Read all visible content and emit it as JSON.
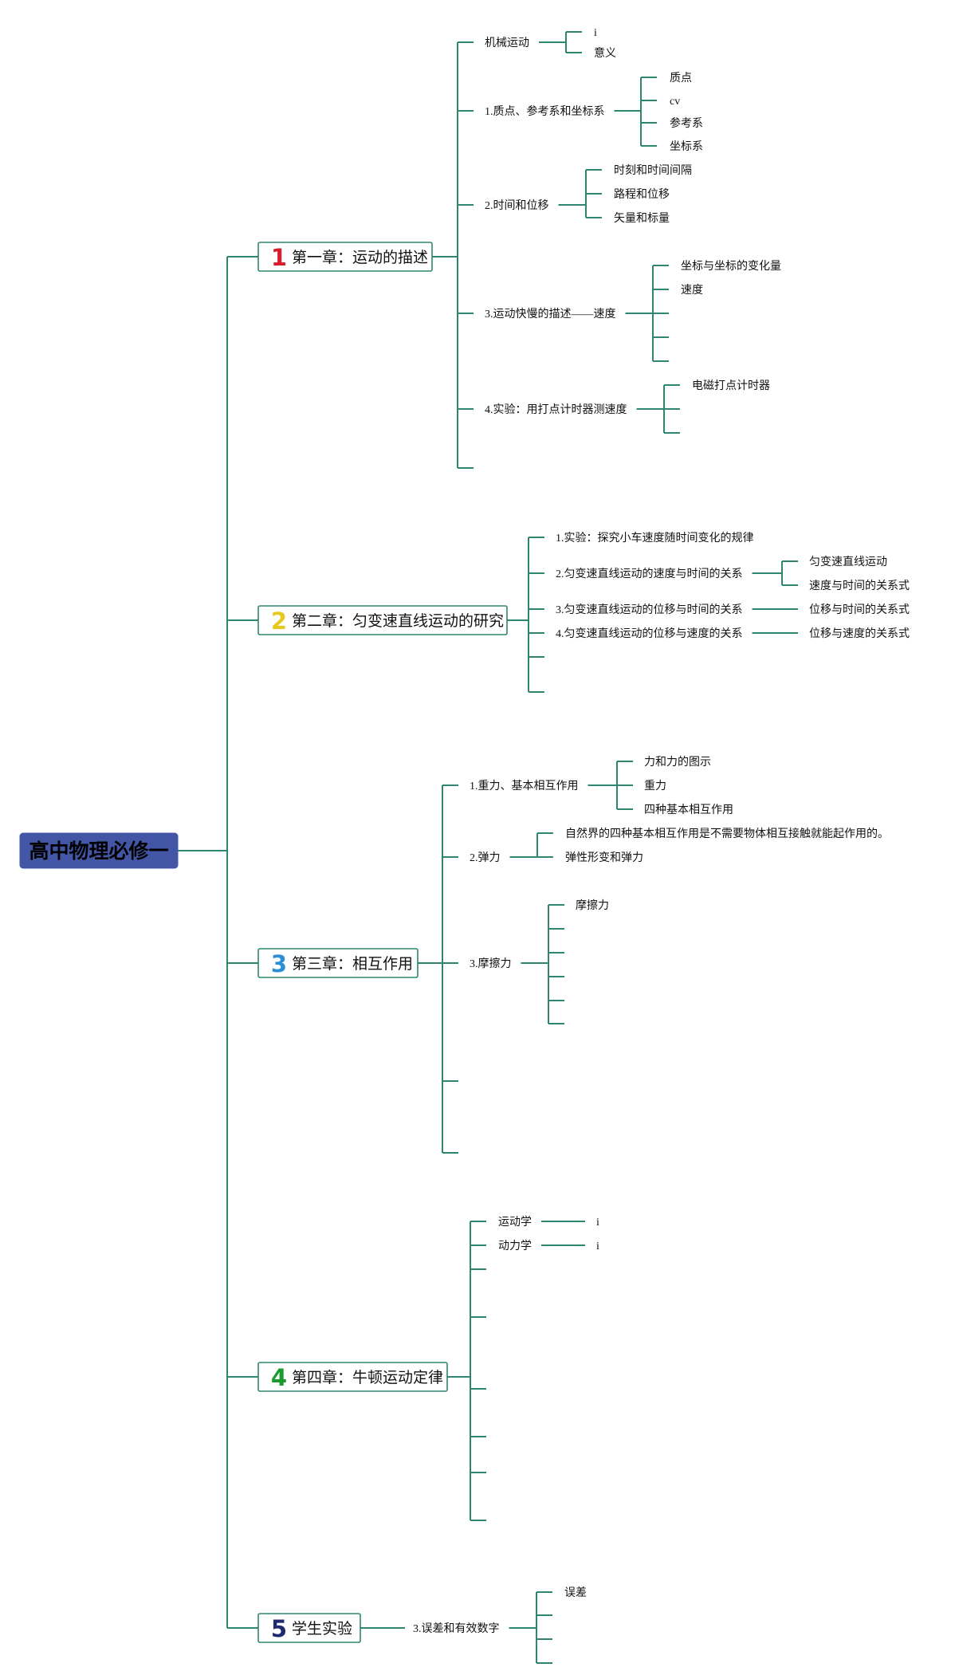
{
  "root": {
    "title": "高中物理必修一",
    "color": "#4356a6"
  },
  "line_color": "#2e8570",
  "chapters": [
    {
      "number": "1",
      "number_color": "#d81e2b",
      "title": "第一章：运动的描述",
      "topics": [
        {
          "label": "机械运动",
          "children": [
            "i",
            "意义"
          ]
        },
        {
          "label": "1.质点、参考系和坐标系",
          "children": [
            "质点",
            "cv",
            "参考系",
            "坐标系"
          ]
        },
        {
          "label": "2.时间和位移",
          "children": [
            "时刻和时间间隔",
            "路程和位移",
            "矢量和标量"
          ]
        },
        {
          "label": "3.运动快慢的描述——速度",
          "children": [
            "坐标与坐标的变化量",
            "速度",
            "",
            "",
            ""
          ]
        },
        {
          "label": "4.实验：用打点计时器测速度",
          "children": [
            "电磁打点计时器",
            "",
            ""
          ]
        },
        {
          "label": "",
          "children": []
        }
      ]
    },
    {
      "number": "2",
      "number_color": "#e6c81e",
      "title": "第二章：匀变速直线运动的研究",
      "topics": [
        {
          "label": "1.实验：探究小车速度随时间变化的规律",
          "children": []
        },
        {
          "label": "2.匀变速直线运动的速度与时间的关系",
          "children": [
            "匀变速直线运动",
            "速度与时间的关系式"
          ]
        },
        {
          "label": "3.匀变速直线运动的位移与时间的关系",
          "children": [
            "位移与时间的关系式"
          ]
        },
        {
          "label": "4.匀变速直线运动的位移与速度的关系",
          "children": [
            "位移与速度的关系式"
          ]
        },
        {
          "label": "",
          "children": []
        },
        {
          "label": "",
          "children": []
        }
      ]
    },
    {
      "number": "3",
      "number_color": "#2a8fd4",
      "title": "第三章：相互作用",
      "topics": [
        {
          "label": "1.重力、基本相互作用",
          "children": [
            "力和力的图示",
            "重力",
            "四种基本相互作用"
          ]
        },
        {
          "label": "2.弹力",
          "children": [
            "自然界的四种基本相互作用是不需要物体相互接触就能起作用的。",
            "弹性形变和弹力"
          ]
        },
        {
          "label": "3.摩擦力",
          "children": [
            "摩擦力",
            "",
            "",
            "",
            "",
            ""
          ]
        },
        {
          "label": "",
          "children": []
        },
        {
          "label": "",
          "children": []
        }
      ]
    },
    {
      "number": "4",
      "number_color": "#1d9a2e",
      "title": "第四章：牛顿运动定律",
      "topics": [
        {
          "label": "运动学",
          "children": [
            "i"
          ]
        },
        {
          "label": "动力学",
          "children": [
            "i"
          ]
        },
        {
          "label": "",
          "children": []
        },
        {
          "label": "",
          "children": []
        },
        {
          "label": "",
          "children": []
        },
        {
          "label": "",
          "children": []
        },
        {
          "label": "",
          "children": []
        },
        {
          "label": "",
          "children": []
        }
      ]
    },
    {
      "number": "5",
      "number_color": "#1f2a6e",
      "title": "学生实验",
      "topics": [
        {
          "label": "3.误差和有效数字",
          "children": [
            "误差",
            "",
            "",
            ""
          ]
        }
      ]
    }
  ]
}
